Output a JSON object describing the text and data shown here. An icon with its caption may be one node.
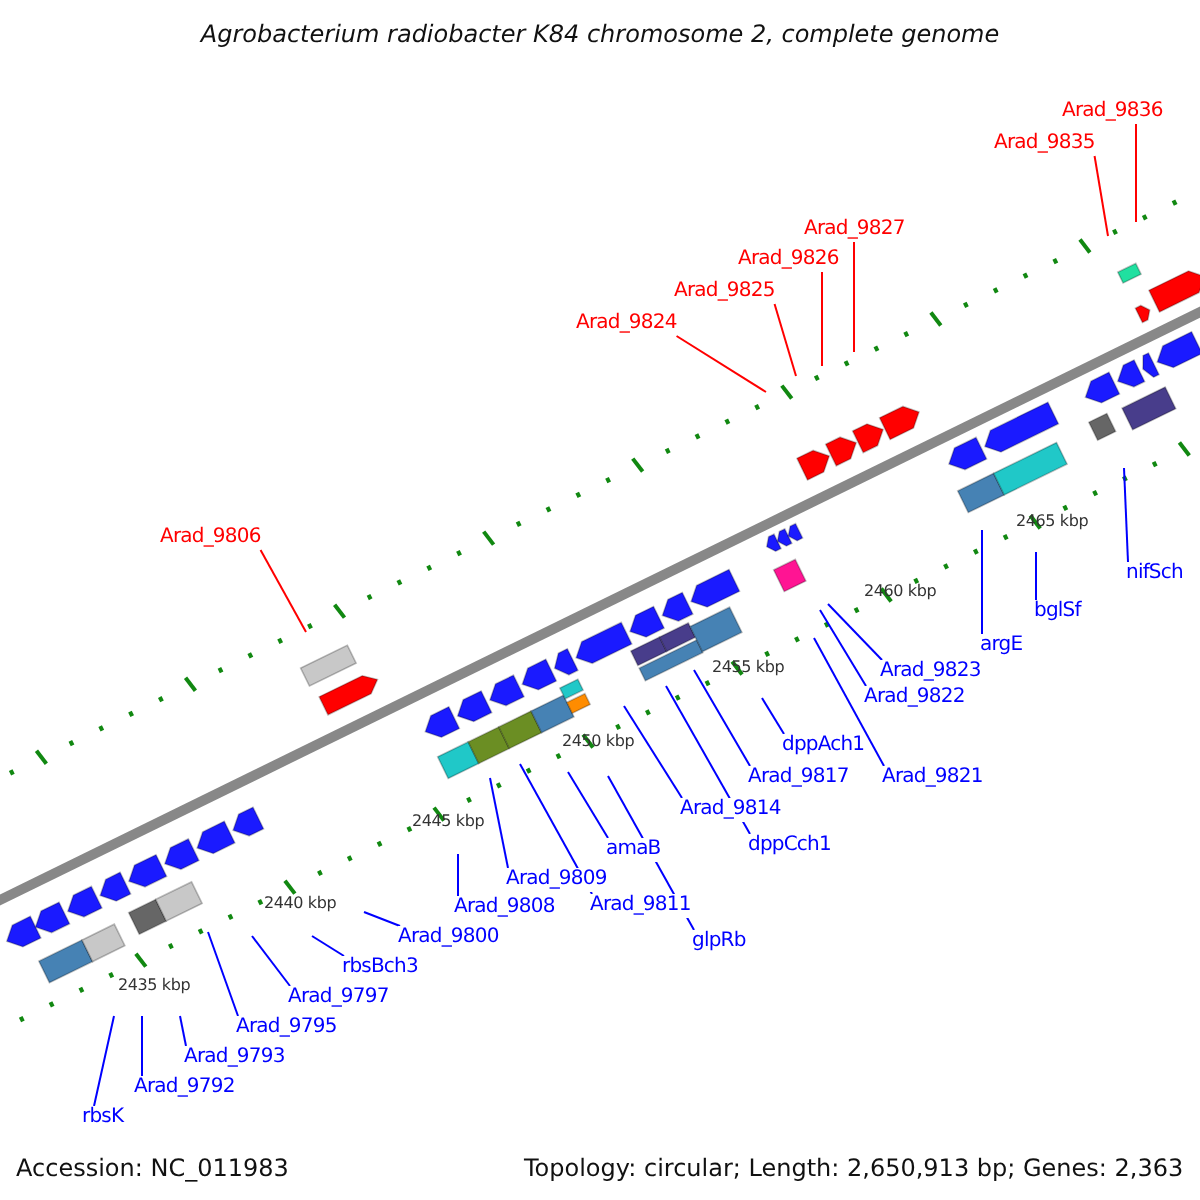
{
  "diagram": {
    "title": "Agrobacterium radiobacter K84 chromosome 2, complete genome",
    "nodes": [
      {
        "text": [
          "Arad_9836"
        ]
      },
      {
        "text": [
          "Arad_9835"
        ]
      },
      {
        "text": [
          "Arad_9827"
        ]
      },
      {
        "text": [
          "Arad_9826"
        ]
      },
      {
        "text": [
          "Arad_9825"
        ]
      },
      {
        "text": [
          "Arad_9824"
        ]
      },
      {
        "text": [
          "Arad_9806"
        ]
      },
      {
        "text": [
          "nifSch"
        ]
      },
      {
        "text": [
          "bglSf"
        ]
      },
      {
        "text": [
          "argE"
        ]
      },
      {
        "text": [
          "Arad_9823"
        ]
      },
      {
        "text": [
          "Arad_9822"
        ]
      },
      {
        "text": [
          "dppAch1"
        ]
      },
      {
        "text": [
          "Arad_9821"
        ]
      },
      {
        "text": [
          "Arad_9817"
        ]
      },
      {
        "text": [
          "Arad_9814"
        ]
      },
      {
        "text": [
          "dppCch1"
        ]
      },
      {
        "text": [
          "amaB"
        ]
      },
      {
        "text": [
          "Arad_9811"
        ]
      },
      {
        "text": [
          "Arad_9809"
        ]
      },
      {
        "text": [
          "glpRb"
        ]
      },
      {
        "text": [
          "Arad_9808"
        ]
      },
      {
        "text": [
          "Arad_9800"
        ]
      },
      {
        "text": [
          "rbsBch3"
        ]
      },
      {
        "text": [
          "Arad_9797"
        ]
      },
      {
        "text": [
          "Arad_9795"
        ]
      },
      {
        "text": [
          "Arad_9793"
        ]
      },
      {
        "text": [
          "Arad_9792"
        ]
      },
      {
        "text": [
          "rbsK"
        ]
      }
    ],
    "edges": [
      {
        "from": 0,
        "to": null,
        "arrow": "none",
        "color": "#ff0000"
      },
      {
        "from": 1,
        "to": null,
        "arrow": "none",
        "color": "#ff0000"
      },
      {
        "from": 2,
        "to": null,
        "arrow": "none",
        "color": "#ff0000"
      },
      {
        "from": 3,
        "to": null,
        "arrow": "none",
        "color": "#ff0000"
      },
      {
        "from": 4,
        "to": null,
        "arrow": "none",
        "color": "#ff0000"
      },
      {
        "from": 5,
        "to": null,
        "arrow": "none",
        "color": "#ff0000"
      },
      {
        "from": 6,
        "to": null,
        "arrow": "none",
        "color": "#ff0000"
      },
      {
        "from": 7,
        "to": null,
        "arrow": "none"
      },
      {
        "from": 8,
        "to": null,
        "arrow": "none"
      },
      {
        "from": 9,
        "to": null,
        "arrow": "none"
      },
      {
        "from": 10,
        "to": null,
        "arrow": "none"
      },
      {
        "from": 11,
        "to": null,
        "arrow": "none"
      },
      {
        "from": 12,
        "to": null,
        "arrow": "none"
      },
      {
        "from": 13,
        "to": null,
        "arrow": "none"
      },
      {
        "from": 14,
        "to": null,
        "arrow": "none"
      },
      {
        "from": 15,
        "to": null,
        "arrow": "none"
      },
      {
        "from": 16,
        "to": null,
        "arrow": "none"
      },
      {
        "from": 17,
        "to": null,
        "arrow": "none"
      },
      {
        "from": 18,
        "to": null,
        "arrow": "none"
      },
      {
        "from": 19,
        "to": null,
        "arrow": "none"
      },
      {
        "from": 20,
        "to": null,
        "arrow": "none"
      },
      {
        "from": 21,
        "to": null,
        "arrow": "none"
      },
      {
        "from": 22,
        "to": null,
        "arrow": "none"
      },
      {
        "from": 23,
        "to": null,
        "arrow": "none"
      },
      {
        "from": 24,
        "to": null,
        "arrow": "none"
      },
      {
        "from": 25,
        "to": null,
        "arrow": "none"
      },
      {
        "from": 26,
        "to": null,
        "arrow": "none"
      },
      {
        "from": 27,
        "to": null,
        "arrow": "none"
      },
      {
        "from": 28,
        "to": null,
        "arrow": "none"
      }
    ],
    "labels": [
      "2465 kbp",
      "2460 kbp",
      "2455 kbp",
      "2450 kbp",
      "2445 kbp",
      "2440 kbp",
      "2435 kbp",
      "Accession: NC_011983",
      "Topology: circular; Length: 2,650,913 bp; Genes: 2,363"
    ]
  }
}
